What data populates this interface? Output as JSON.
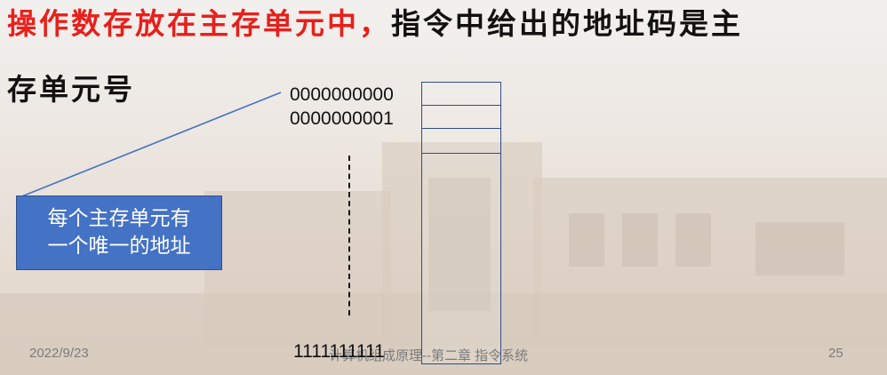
{
  "slide": {
    "title_red": "操作数存放在主存单元中，",
    "title_black": "指令中给出的地址码是主",
    "title_line2": "存单元号"
  },
  "memory": {
    "first_address": "0000000000",
    "second_address": "0000000001",
    "last_address": "1111111111"
  },
  "callout": {
    "line1": "每个主存单元有",
    "line2": "一个唯一的地址"
  },
  "footer": {
    "date": "2022/9/23",
    "course": "计算机组成原理--第二章 指令系统",
    "page_number": "25"
  },
  "colors": {
    "title_red": "#e8201b",
    "callout_fill": "#4472c4",
    "memory_border": "#2e4c8f"
  }
}
